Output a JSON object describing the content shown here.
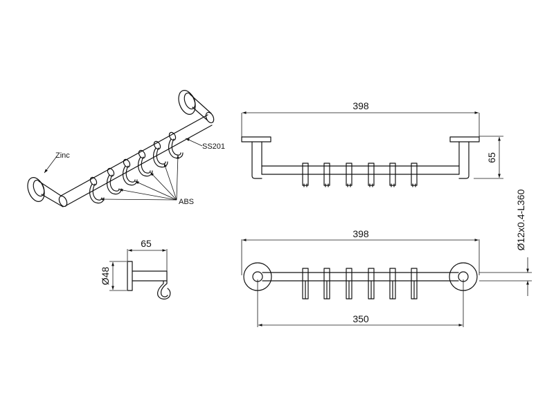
{
  "labels": {
    "zinc": "Zinc",
    "ss201": "SS201",
    "abs": "ABS"
  },
  "dimensions": {
    "front_width": "398",
    "front_height": "65",
    "top_width": "398",
    "top_spacing": "350",
    "rod_spec": "Ø12x0.4-L360",
    "side_depth": "65",
    "side_diameter": "Ø48"
  },
  "colors": {
    "line": "#111111",
    "background": "#ffffff"
  }
}
